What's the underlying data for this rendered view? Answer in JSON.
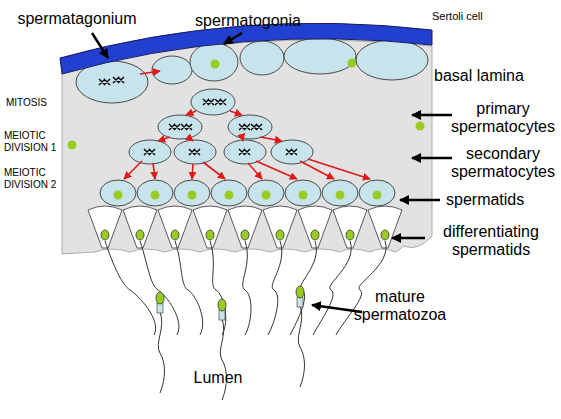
{
  "diagram": {
    "labels": [
      "spermatagonium",
      "spermatogonia",
      "Sertoli cell",
      "basal lamina",
      "MITOSIS",
      "primary spermatocytes",
      "MEIOTIC DIVISION 1",
      "secondary spermatocytes",
      "MEIOTIC DIVISION 2",
      "spermatids",
      "differentiating spermatids",
      "mature spermatozoa",
      "Lumen"
    ]
  }
}
